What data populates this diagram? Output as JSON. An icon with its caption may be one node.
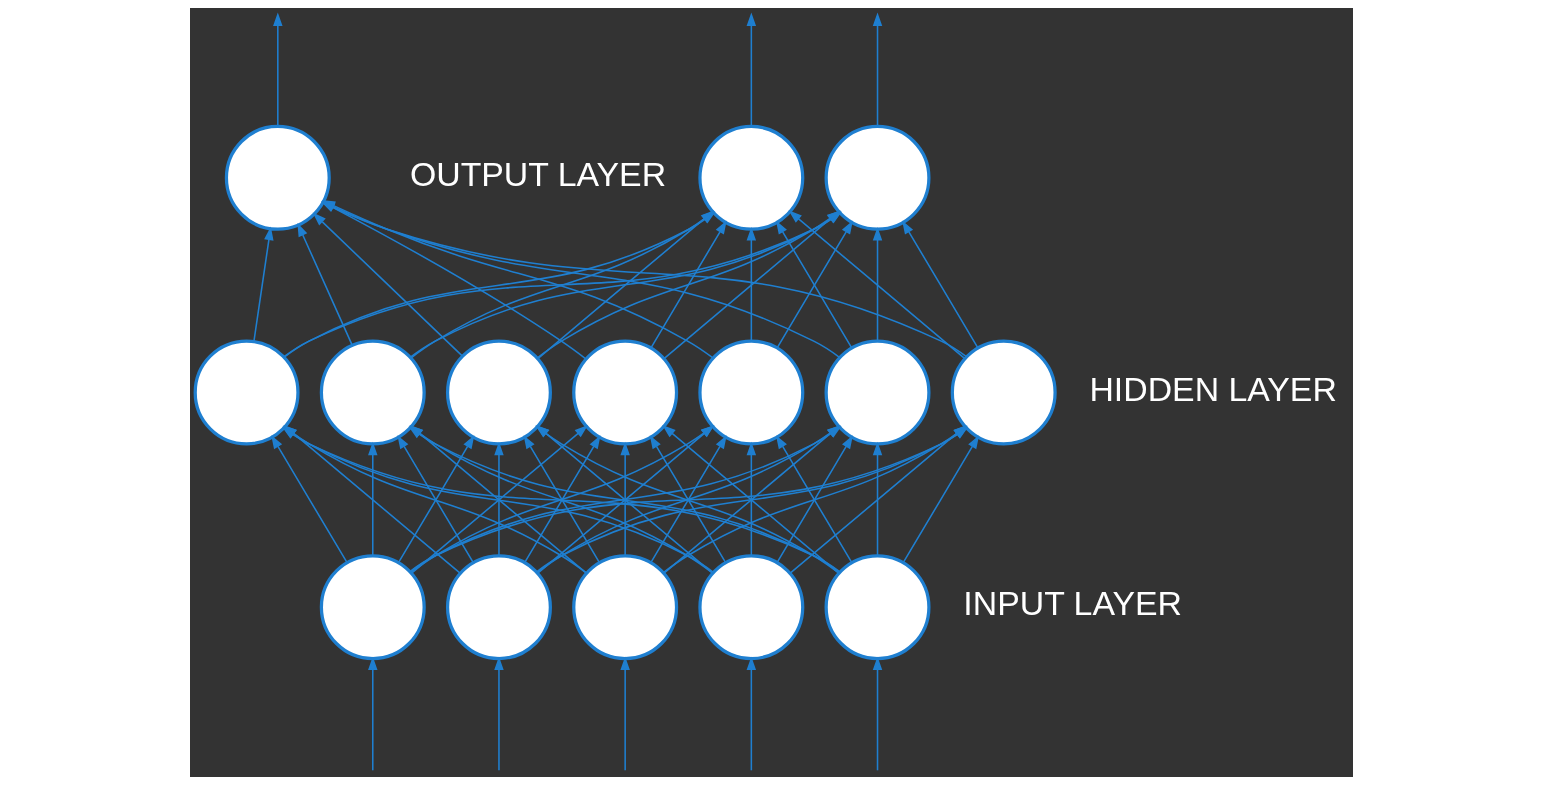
{
  "diagram": {
    "nodes": [
      {
        "text": [],
        "shape": "circle"
      },
      {
        "text": [],
        "shape": "circle"
      },
      {
        "text": [],
        "shape": "circle"
      },
      {
        "text": [],
        "shape": "circle"
      },
      {
        "text": [],
        "shape": "circle"
      },
      {
        "text": [],
        "shape": "circle"
      },
      {
        "text": [],
        "shape": "circle"
      },
      {
        "text": [],
        "shape": "circle"
      },
      {
        "text": [],
        "shape": "circle"
      },
      {
        "text": [],
        "shape": "circle"
      },
      {
        "text": [],
        "shape": "circle"
      },
      {
        "text": [],
        "shape": "circle"
      },
      {
        "text": [],
        "shape": "circle"
      },
      {
        "text": [],
        "shape": "circle"
      },
      {
        "text": [],
        "shape": "circle"
      }
    ],
    "edges": [
      {
        "from": null,
        "to": 10,
        "arrow": "to"
      },
      {
        "from": null,
        "to": 11,
        "arrow": "to"
      },
      {
        "from": null,
        "to": 12,
        "arrow": "to"
      },
      {
        "from": null,
        "to": 13,
        "arrow": "to"
      },
      {
        "from": null,
        "to": 14,
        "arrow": "to"
      },
      {
        "from": 10,
        "to": 3,
        "arrow": "to"
      },
      {
        "from": 10,
        "to": 4,
        "arrow": "to"
      },
      {
        "from": 10,
        "to": 5,
        "arrow": "to"
      },
      {
        "from": 10,
        "to": 6,
        "arrow": "to"
      },
      {
        "from": 10,
        "to": 7,
        "arrow": "to"
      },
      {
        "from": 10,
        "to": 8,
        "arrow": "to"
      },
      {
        "from": 10,
        "to": 9,
        "arrow": "to"
      },
      {
        "from": 11,
        "to": 3,
        "arrow": "to"
      },
      {
        "from": 11,
        "to": 4,
        "arrow": "to"
      },
      {
        "from": 11,
        "to": 5,
        "arrow": "to"
      },
      {
        "from": 11,
        "to": 6,
        "arrow": "to"
      },
      {
        "from": 11,
        "to": 7,
        "arrow": "to"
      },
      {
        "from": 11,
        "to": 8,
        "arrow": "to"
      },
      {
        "from": 11,
        "to": 9,
        "arrow": "to"
      },
      {
        "from": 12,
        "to": 3,
        "arrow": "to"
      },
      {
        "from": 12,
        "to": 4,
        "arrow": "to"
      },
      {
        "from": 12,
        "to": 5,
        "arrow": "to"
      },
      {
        "from": 12,
        "to": 6,
        "arrow": "to"
      },
      {
        "from": 12,
        "to": 7,
        "arrow": "to"
      },
      {
        "from": 12,
        "to": 8,
        "arrow": "to"
      },
      {
        "from": 12,
        "to": 9,
        "arrow": "to"
      },
      {
        "from": 13,
        "to": 3,
        "arrow": "to"
      },
      {
        "from": 13,
        "to": 4,
        "arrow": "to"
      },
      {
        "from": 13,
        "to": 5,
        "arrow": "to"
      },
      {
        "from": 13,
        "to": 6,
        "arrow": "to"
      },
      {
        "from": 13,
        "to": 7,
        "arrow": "to"
      },
      {
        "from": 13,
        "to": 8,
        "arrow": "to"
      },
      {
        "from": 13,
        "to": 9,
        "arrow": "to"
      },
      {
        "from": 14,
        "to": 3,
        "arrow": "to"
      },
      {
        "from": 14,
        "to": 4,
        "arrow": "to"
      },
      {
        "from": 14,
        "to": 5,
        "arrow": "to"
      },
      {
        "from": 14,
        "to": 6,
        "arrow": "to"
      },
      {
        "from": 14,
        "to": 7,
        "arrow": "to"
      },
      {
        "from": 14,
        "to": 8,
        "arrow": "to"
      },
      {
        "from": 14,
        "to": 9,
        "arrow": "to"
      },
      {
        "from": 3,
        "to": 0,
        "arrow": "to"
      },
      {
        "from": 3,
        "to": 1,
        "arrow": "to"
      },
      {
        "from": 3,
        "to": 2,
        "arrow": "to"
      },
      {
        "from": 4,
        "to": 0,
        "arrow": "to"
      },
      {
        "from": 4,
        "to": 1,
        "arrow": "to"
      },
      {
        "from": 4,
        "to": 2,
        "arrow": "to"
      },
      {
        "from": 5,
        "to": 0,
        "arrow": "to"
      },
      {
        "from": 5,
        "to": 1,
        "arrow": "to"
      },
      {
        "from": 5,
        "to": 2,
        "arrow": "to"
      },
      {
        "from": 6,
        "to": 0,
        "arrow": "to"
      },
      {
        "from": 6,
        "to": 1,
        "arrow": "to"
      },
      {
        "from": 6,
        "to": 2,
        "arrow": "to"
      },
      {
        "from": 7,
        "to": 0,
        "arrow": "to"
      },
      {
        "from": 7,
        "to": 1,
        "arrow": "to"
      },
      {
        "from": 7,
        "to": 2,
        "arrow": "to"
      },
      {
        "from": 8,
        "to": 0,
        "arrow": "to"
      },
      {
        "from": 8,
        "to": 1,
        "arrow": "to"
      },
      {
        "from": 8,
        "to": 2,
        "arrow": "to"
      },
      {
        "from": 9,
        "to": 0,
        "arrow": "to"
      },
      {
        "from": 9,
        "to": 1,
        "arrow": "to"
      },
      {
        "from": 9,
        "to": 2,
        "arrow": "to"
      },
      {
        "from": 0,
        "to": null,
        "arrow": "to"
      },
      {
        "from": 1,
        "to": null,
        "arrow": "to"
      },
      {
        "from": 2,
        "to": null,
        "arrow": "to"
      }
    ],
    "labels": [
      "OUTPUT LAYER",
      "HIDDEN LAYER",
      "INPUT LAYER"
    ]
  }
}
